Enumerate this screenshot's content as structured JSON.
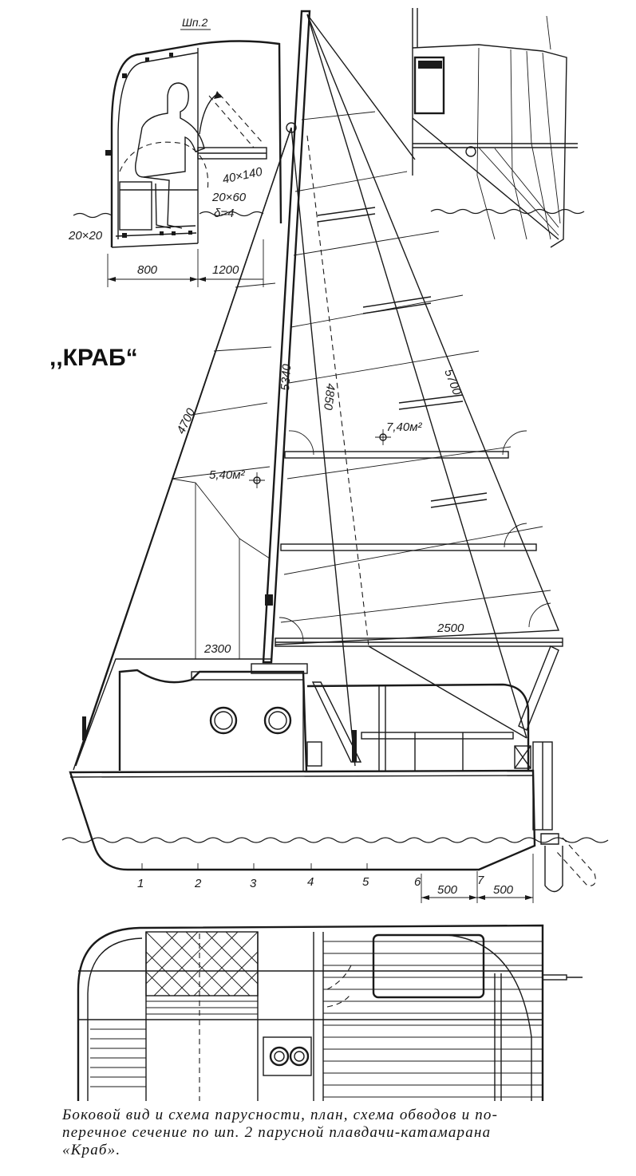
{
  "title": ",,КРАБ“",
  "section_label": "Шп.2",
  "section_dimensions": {
    "profile": "20×20",
    "width_left": "800",
    "width_right": "1200",
    "beam": "40×140",
    "frame": "20×60",
    "thickness": "δ=4"
  },
  "sail_plan": {
    "jib_luff": "4700",
    "mast_height": "5340",
    "main_luff": "4850",
    "leech": "5700",
    "jib_area": "5,40м²",
    "main_area": "7,40м²",
    "jib_foot": "2300",
    "main_foot": "2500"
  },
  "hull": {
    "stations": [
      "1",
      "2",
      "3",
      "4",
      "5",
      "6",
      "7"
    ],
    "stern_dim_a": "500",
    "stern_dim_b": "500"
  },
  "caption": [
    "Боковой вид и схема парусности, план, схема обводов и по-",
    "перечное сечение по шп. 2 парусной плавдачи-катамарана",
    "«Краб»."
  ]
}
